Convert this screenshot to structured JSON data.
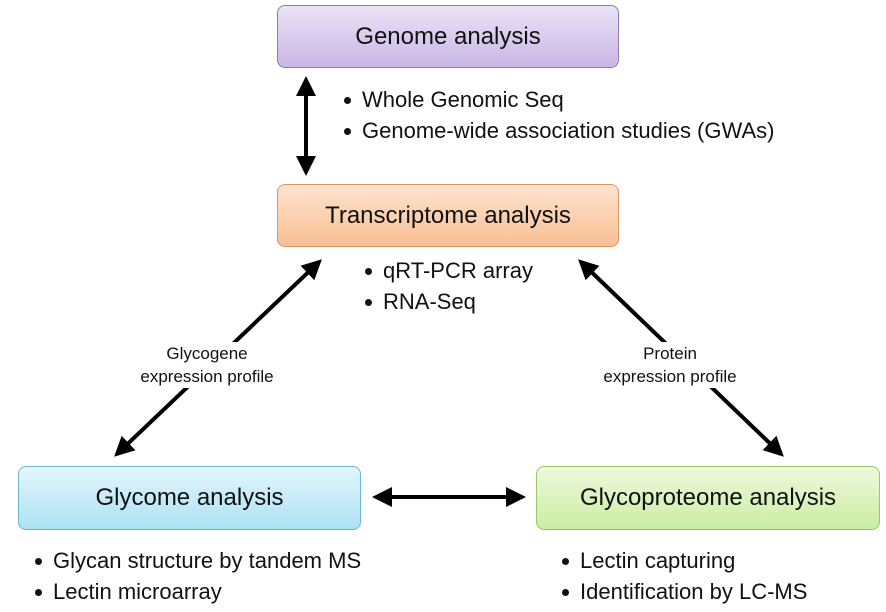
{
  "nodes": {
    "genome": {
      "title": "Genome analysis",
      "bullets": [
        "Whole Genomic Seq",
        "Genome-wide association studies (GWAs)"
      ]
    },
    "transcriptome": {
      "title": "Transcriptome analysis",
      "bullets": [
        "qRT-PCR array",
        "RNA-Seq"
      ]
    },
    "glycome": {
      "title": "Glycome analysis",
      "bullets": [
        "Glycan structure by tandem MS",
        "Lectin microarray"
      ]
    },
    "glycoproteome": {
      "title": "Glycoproteome analysis",
      "bullets": [
        "Lectin capturing",
        "Identification by LC-MS"
      ]
    }
  },
  "edges": {
    "left": {
      "line1": "Glycogene",
      "line2": "expression profile"
    },
    "right": {
      "line1": "Protein",
      "line2": "expression profile"
    }
  },
  "colors": {
    "genome": "#c9b6e6",
    "transcriptome": "#f9bf93",
    "glycome": "#ace2f4",
    "glycoproteome": "#cbeca3",
    "arrow": "#000000"
  }
}
